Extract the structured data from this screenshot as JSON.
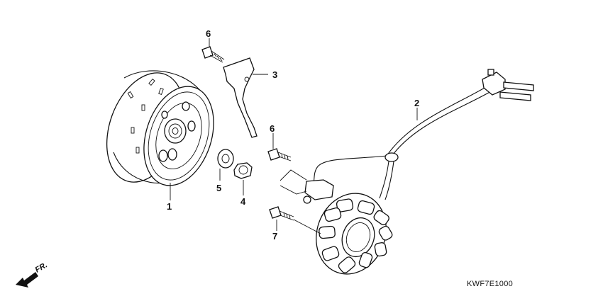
{
  "callouts": {
    "flywheel": "1",
    "stator_wire": "2",
    "bracket": "3",
    "nut": "4",
    "washer": "5",
    "bolt_top": "6",
    "bolt_mid": "6",
    "bolt_stator": "7"
  },
  "diagram_code": "KWF7E1000",
  "direction_label": "FR."
}
